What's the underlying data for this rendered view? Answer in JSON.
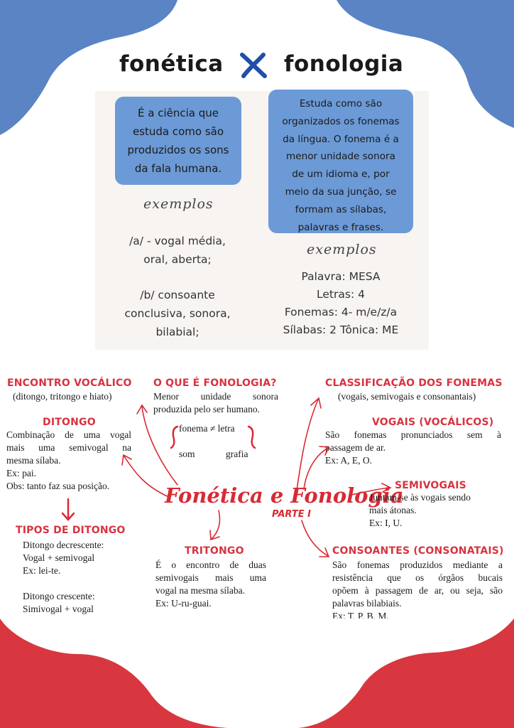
{
  "colors": {
    "blue": "#5a84c4",
    "red": "#d8373f",
    "box_blue": "#6c9ad6",
    "accent_red": "#d82a35"
  },
  "title": {
    "left": "fonética",
    "right": "fonologia",
    "sep_icon": "x-mark-icon"
  },
  "fonetica": {
    "definition": [
      "É a ciência que",
      "estuda como são",
      "produzidos os sons",
      "da fala humana."
    ],
    "examples_label": "exemplos",
    "example1": [
      "/a/ - vogal média,",
      "oral, aberta;"
    ],
    "example2": [
      "/b/ consoante",
      "conclusiva, sonora,",
      "bilabial;"
    ]
  },
  "fonologia": {
    "definition": [
      "Estuda como são",
      "organizados os fonemas",
      "da língua. O fonema é a",
      "menor unidade sonora",
      "de um idioma e, por",
      "meio da sua junção, se",
      "formam as sílabas,",
      "palavras e frases."
    ],
    "examples_label": "exemplos",
    "examples": [
      "Palavra: MESA",
      "Letras: 4",
      "Fonemas: 4- m/e/z/a",
      "Sílabas: 2 Tônica: ME"
    ]
  },
  "map": {
    "center_title": "Fonética e Fonologia",
    "center_sub": "PARTE I",
    "encontro": {
      "heading": "ENCONTRO VOCÁLICO",
      "sub": "(ditongo, tritongo e hiato)"
    },
    "ditongo": {
      "heading": "DITONGO",
      "lines": [
        "Combinação de uma vogal",
        "mais uma semivogal na",
        "mesma sílaba.",
        "Ex: pai.",
        "Obs: tanto faz sua posição."
      ]
    },
    "tipos": {
      "heading": "TIPOS DE DITONGO",
      "lines": [
        "Ditongo decrescente:",
        "Vogal + semivogal",
        "Ex: lei-te.",
        "",
        "Ditongo crescente:",
        "Simivogal + vogal"
      ]
    },
    "oque": {
      "heading": "O QUE É FONOLOGIA?",
      "lines": [
        "Menor unidade sonora",
        "produzida pelo ser humano."
      ],
      "fonema": "fonema ≠ letra",
      "som": "som",
      "grafia": "grafia"
    },
    "tritongo": {
      "heading": "TRITONGO",
      "lines": [
        "É o encontro de duas",
        "semivogais mais uma",
        "vogal na mesma sílaba.",
        "Ex: U-ru-guai."
      ]
    },
    "classificacao": {
      "heading": "CLASSIFICAÇÃO DOS FONEMAS",
      "sub": "(vogais, semivogais e consonantais)"
    },
    "vogais": {
      "heading": "VOGAIS (VOCÁLICOS)",
      "lines": [
        "São fonemas pronunciados sem à",
        "passagem de ar.",
        "Ex: A, E, O."
      ]
    },
    "semivogais": {
      "heading": "SEMIVOGAIS",
      "lines": [
        "Juntam-se às vogais sendo",
        "mais átonas.",
        "Ex: I, U."
      ]
    },
    "consoantes": {
      "heading": "CONSOANTES (CONSONATAIS)",
      "lines": [
        "São fonemas produzidos mediante a",
        "resistência que os órgãos bucais",
        "opõem à passagem de ar, ou seja, são",
        "palavras bilabiais.",
        "Ex: T, P, B, M."
      ]
    }
  }
}
